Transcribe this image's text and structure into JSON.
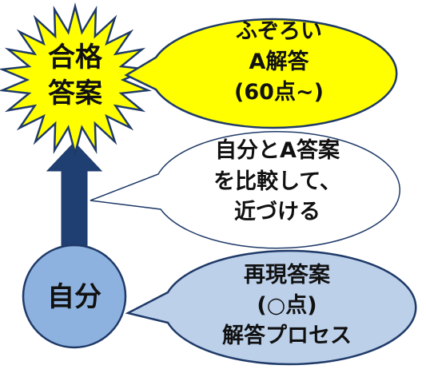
{
  "colors": {
    "star_fill": "#ffff00",
    "star_stroke": "#1f3a68",
    "arrow_fill": "#1f3f73",
    "yellow_bubble_fill": "#ffff00",
    "white_bubble_fill": "#ffffff",
    "blue_bubble_fill": "#bcd0ea",
    "circle_fill": "#8eb2e0",
    "outline": "#1f3a68"
  },
  "goal": {
    "line1": "合格",
    "line2": "答案"
  },
  "goal_callout": {
    "line1": "ふぞろい",
    "line2": "A解答",
    "line3": "(60点~)"
  },
  "method_callout": {
    "line1": "自分とA答案",
    "line2": "を比較して、",
    "line3": "近づける"
  },
  "self": {
    "label": "自分"
  },
  "self_callout": {
    "line1": "再現答案",
    "line2": "(○点)",
    "line3": "解答プロセス"
  }
}
